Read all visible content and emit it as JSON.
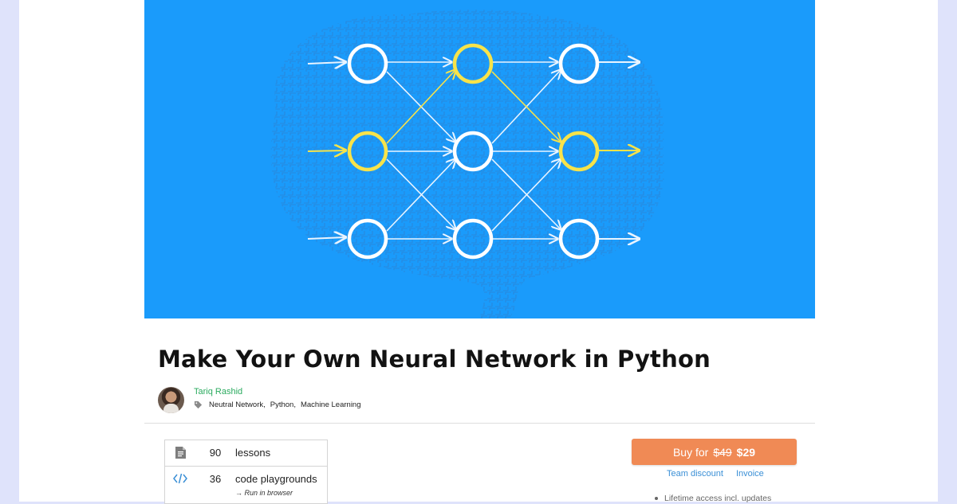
{
  "course": {
    "title": "Make Your Own Neural Network in Python",
    "author": "Tariq Rashid",
    "tags": [
      "Neutral Network,",
      "Python,",
      "Machine Learning"
    ]
  },
  "stats": [
    {
      "icon": "document-icon",
      "count": "90",
      "label": "lessons",
      "sub": ""
    },
    {
      "icon": "code-icon",
      "count": "36",
      "label": "code playgrounds",
      "sub": "→ Run in browser"
    }
  ],
  "purchase": {
    "buy_label": "Buy for",
    "old_price": "$49",
    "new_price": "$29",
    "team_discount": "Team discount",
    "invoice": "Invoice",
    "feature_1": "Lifetime access incl. updates"
  },
  "colors": {
    "hero_bg": "#1a9bfb",
    "highlight_node": "#f7e34a",
    "buy_button": "#f08a55",
    "author_link": "#2bab5f",
    "link": "#3a8fd6"
  }
}
